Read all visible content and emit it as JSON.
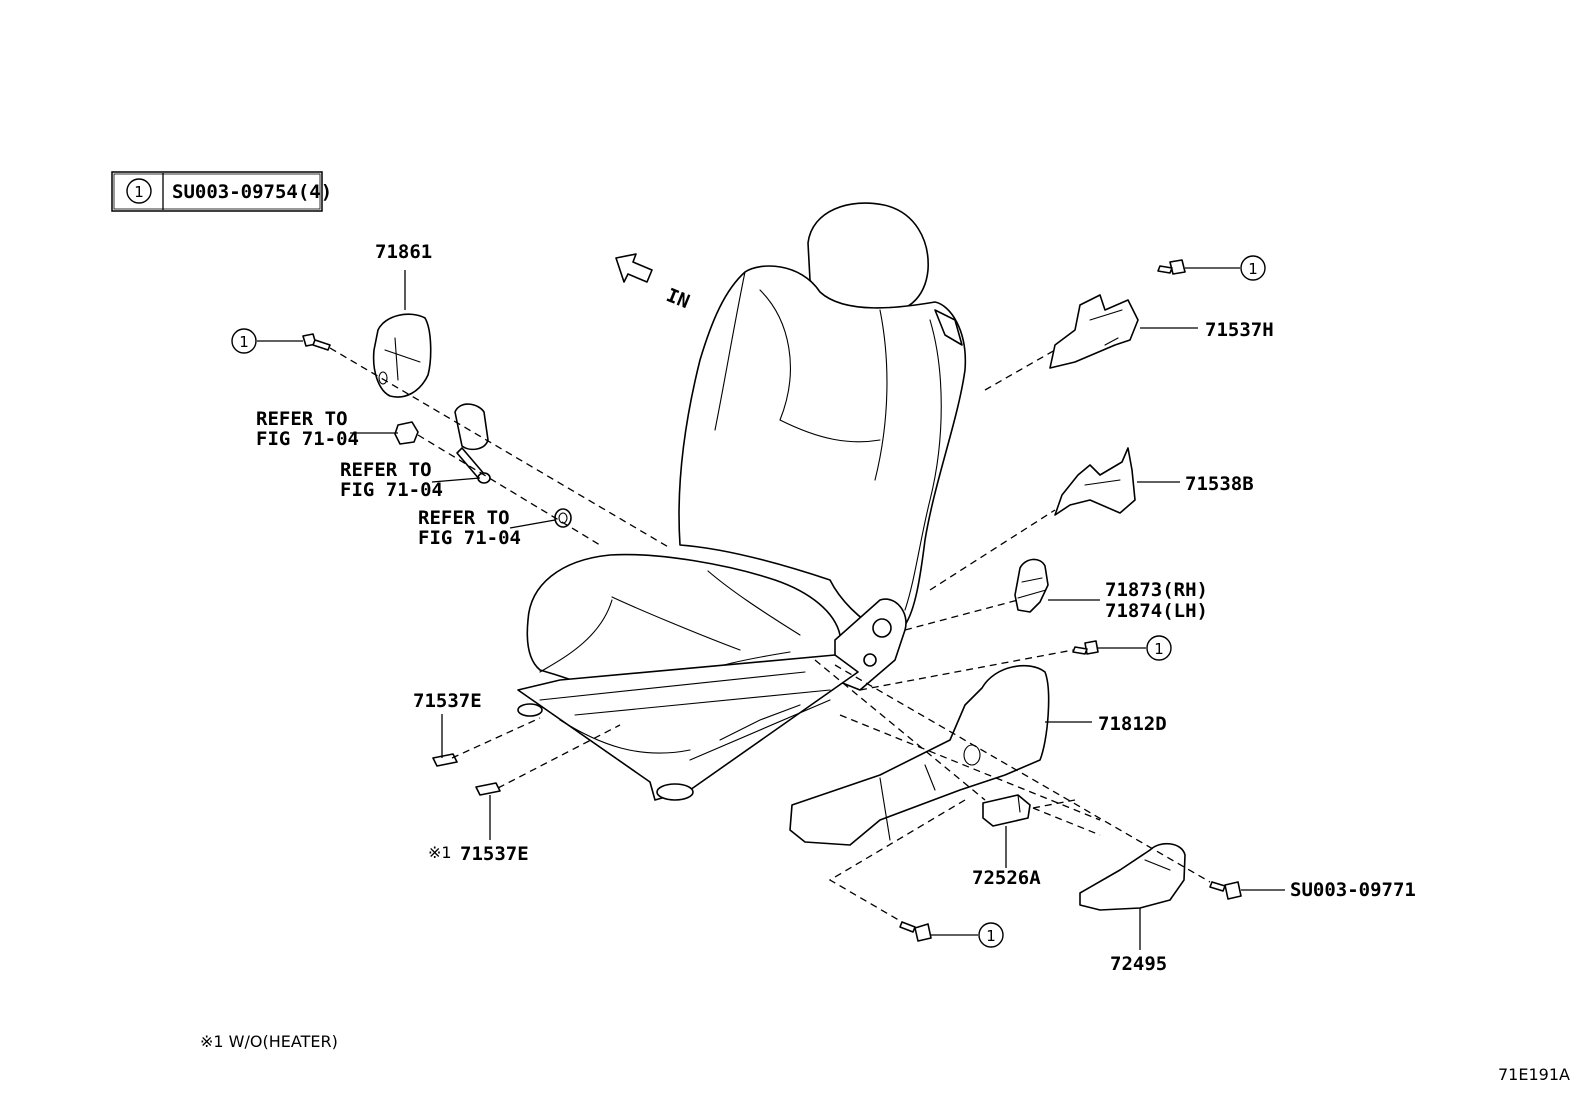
{
  "legend": {
    "symbol": "1",
    "part": "SU003-09754(4)"
  },
  "direction_label": "IN",
  "circle_symbol": "1",
  "callouts": {
    "p71861": "71861",
    "p71537H": "71537H",
    "p71538B": "71538B",
    "p71873": "71873(RH)",
    "p71874": "71874(LH)",
    "p71812D": "71812D",
    "p71537E": "71537E",
    "p71537E_alt_mark": "※1",
    "p71537E_alt": "71537E",
    "p72526A": "72526A",
    "p72495": "72495",
    "pSU00309771": "SU003-09771"
  },
  "refer_notes": [
    {
      "line1": "REFER TO",
      "line2": "FIG 71-04"
    },
    {
      "line1": "REFER TO",
      "line2": "FIG 71-04"
    },
    {
      "line1": "REFER TO",
      "line2": "FIG 71-04"
    }
  ],
  "footnote": "※1 W/O(HEATER)",
  "figure_code": "71E191A"
}
